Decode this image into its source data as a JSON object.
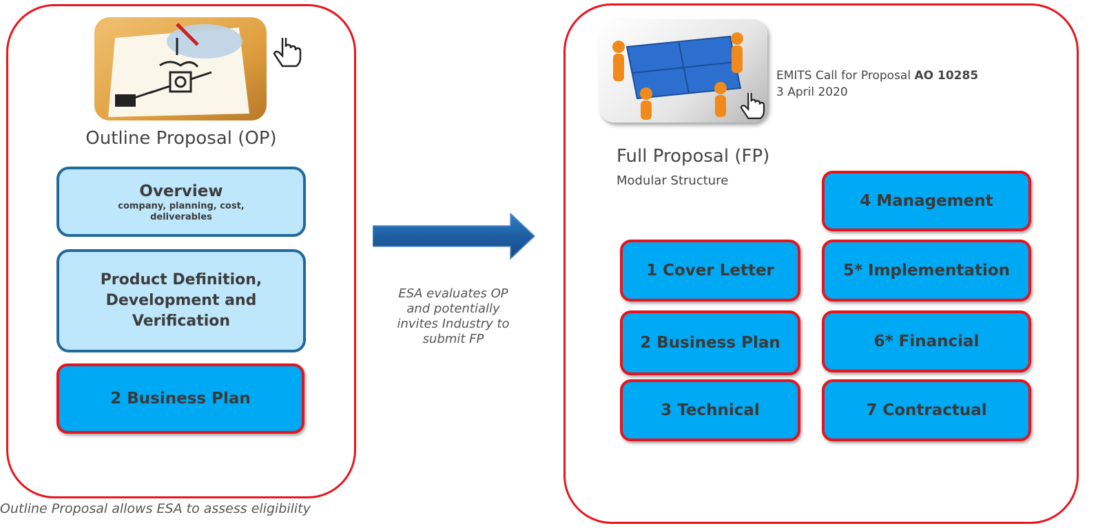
{
  "outline": {
    "title": "Outline Proposal (OP)",
    "overview_title": "Overview",
    "overview_sub": "company, planning, cost, deliverables",
    "product_def": "Product Definition, Development and Verification",
    "business_plan": "2 Business Plan"
  },
  "arrow_caption": "ESA evaluates OP and potentially invites Industry to submit FP",
  "full": {
    "call_text": "EMITS Call for Proposal ",
    "call_ref": "AO 10285",
    "call_date": "3 April 2020",
    "title": "Full Proposal (FP)",
    "subtitle": "Modular Structure",
    "modules": [
      "1 Cover Letter",
      "2 Business Plan",
      "3 Technical",
      "4 Management",
      "5* Implementation",
      "6* Financial",
      "7 Contractual"
    ]
  },
  "footer_note": "Outline Proposal allows ESA to assess eligibility",
  "colors": {
    "frame_red": "#e8141c",
    "module_blue": "#00a9f4",
    "light_blue": "#bfe7fb",
    "dark_border": "#1e6a9a"
  }
}
